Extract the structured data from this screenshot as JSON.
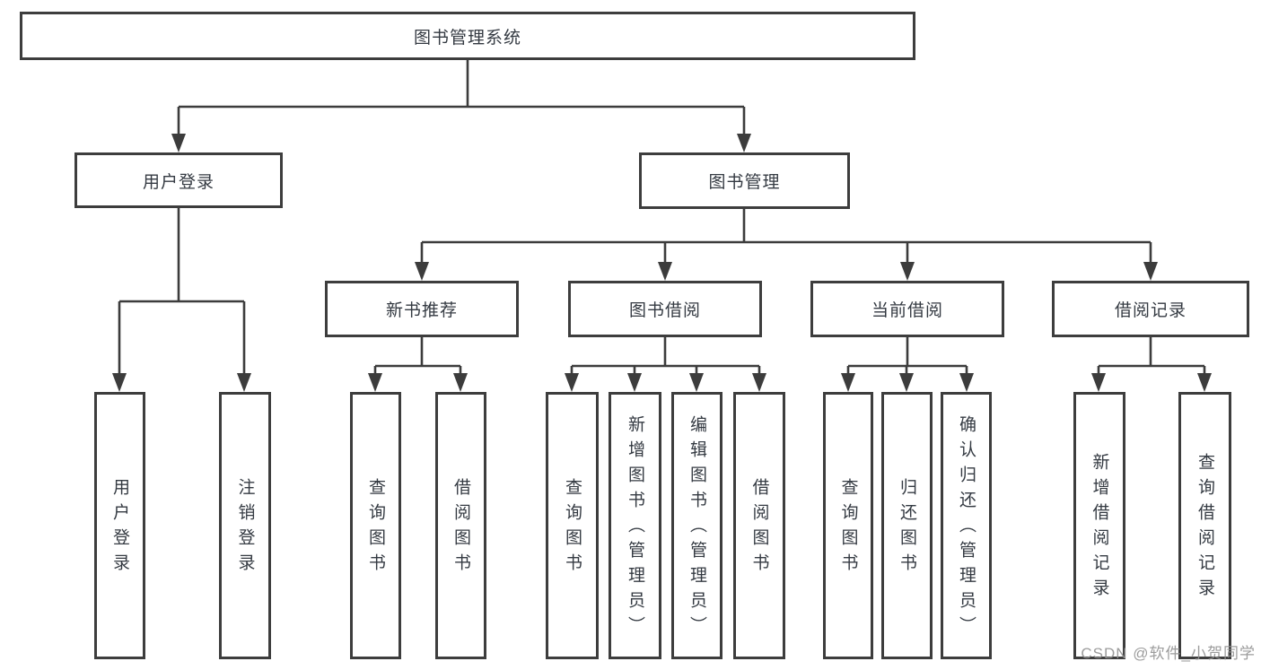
{
  "diagram": {
    "root": {
      "label": "图书管理系统"
    },
    "level2": [
      {
        "label": "用户登录",
        "children": [
          {
            "label": "用户登录"
          },
          {
            "label": "注销登录"
          }
        ]
      },
      {
        "label": "图书管理",
        "children": [
          {
            "label": "新书推荐",
            "children": [
              {
                "label": "查询图书"
              },
              {
                "label": "借阅图书"
              }
            ]
          },
          {
            "label": "图书借阅",
            "children": [
              {
                "label": "查询图书"
              },
              {
                "label": "新增图书（管理员）"
              },
              {
                "label": "编辑图书（管理员）"
              },
              {
                "label": "借阅图书"
              }
            ]
          },
          {
            "label": "当前借阅",
            "children": [
              {
                "label": "查询图书"
              },
              {
                "label": "归还图书"
              },
              {
                "label": "确认归还（管理员）"
              }
            ]
          },
          {
            "label": "借阅记录",
            "children": [
              {
                "label": "新增借阅记录"
              },
              {
                "label": "查询借阅记录"
              }
            ]
          }
        ]
      }
    ]
  },
  "watermark": {
    "text": "CSDN @软件_小贺同学"
  },
  "colors": {
    "line": "#3c3c3c",
    "border": "#3d3d3d",
    "text": "#343a42",
    "background": "#ffffff",
    "watermark": "#949494"
  }
}
